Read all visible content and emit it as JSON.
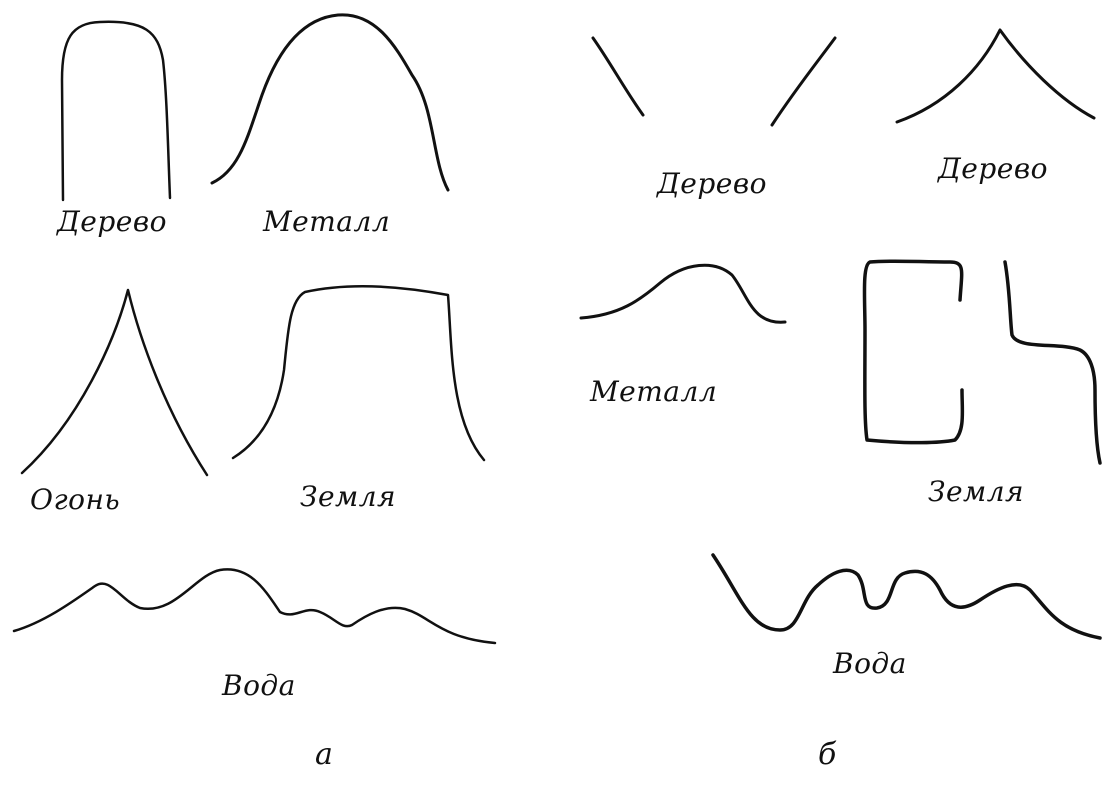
{
  "panel_a": {
    "letter": "а",
    "labels": {
      "wood": "Дерево",
      "metal": "Металл",
      "fire": "Огонь",
      "earth": "Земля",
      "water": "Вода"
    }
  },
  "panel_b": {
    "letter": "б",
    "labels": {
      "wood_1": "Дерево",
      "wood_2": "Дерево",
      "metal": "Металл",
      "earth": "Земля",
      "water": "Вода"
    }
  },
  "colors": {
    "stroke": "#111111",
    "background": "#ffffff"
  }
}
